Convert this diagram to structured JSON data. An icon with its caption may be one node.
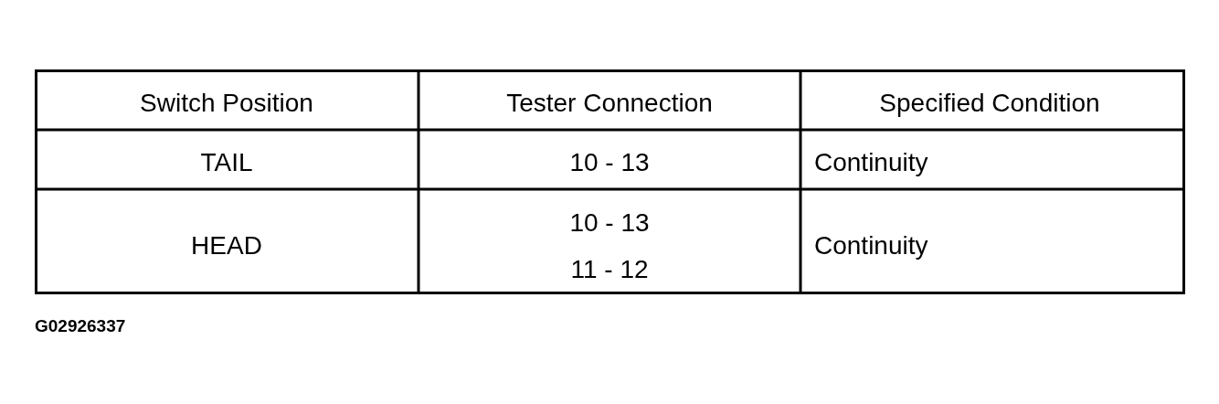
{
  "diagram": {
    "labels": [
      "Switch Position",
      "Tester Connection",
      "Specified Condition",
      "TAIL",
      "10 - 13",
      "Continuity",
      "HEAD",
      "10 - 13",
      "11 - 12",
      "Continuity",
      "G02926337"
    ]
  }
}
